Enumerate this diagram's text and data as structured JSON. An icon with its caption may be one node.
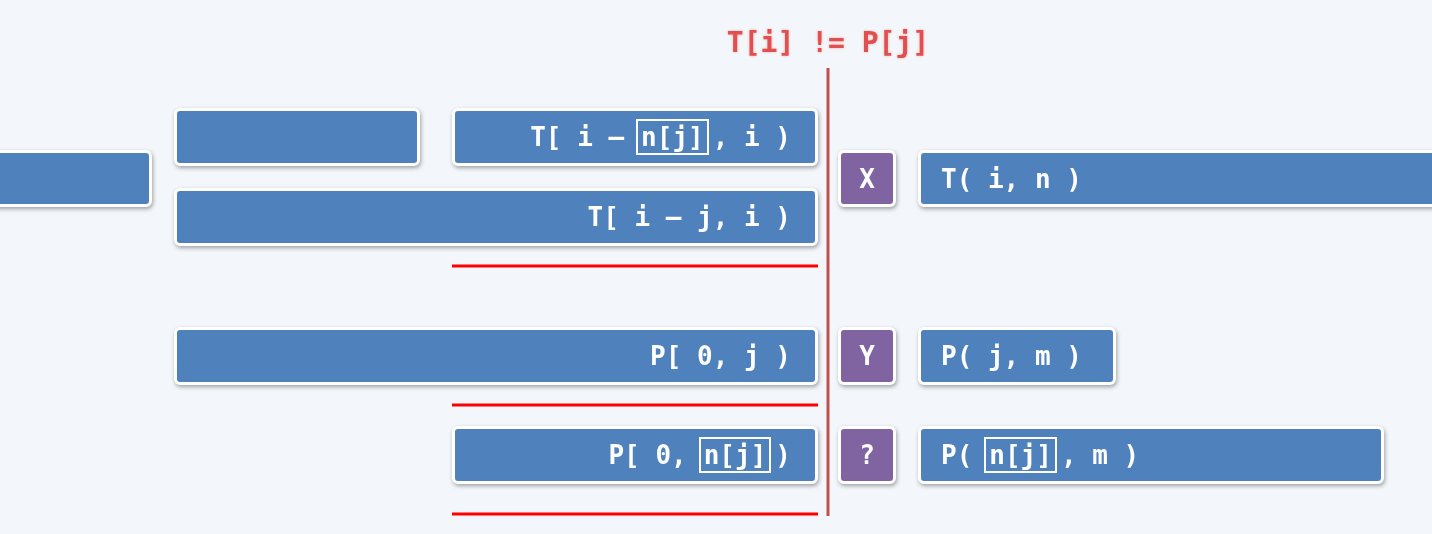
{
  "diagram": {
    "title": "T[i] != P[j]",
    "nodes": [
      {
        "text": [],
        "shape": "box"
      },
      {
        "text": [],
        "shape": "box"
      },
      {
        "text": [
          "T[ i –",
          "n[j]",
          ", i )"
        ]
      },
      {
        "text": [
          "X"
        ]
      },
      {
        "text": [
          "T( i, n )"
        ]
      },
      {
        "text": [
          "T[ i – j, i )"
        ]
      },
      {
        "text": [
          "P[ 0, j )"
        ]
      },
      {
        "text": [
          "Y"
        ]
      },
      {
        "text": [
          "P( j, m )"
        ]
      },
      {
        "text": [
          "P[ 0,",
          "n[j]",
          ")"
        ]
      },
      {
        "text": [
          "?"
        ]
      },
      {
        "text": [
          "P(",
          "n[j]",
          ", m )"
        ]
      }
    ],
    "edges": []
  }
}
